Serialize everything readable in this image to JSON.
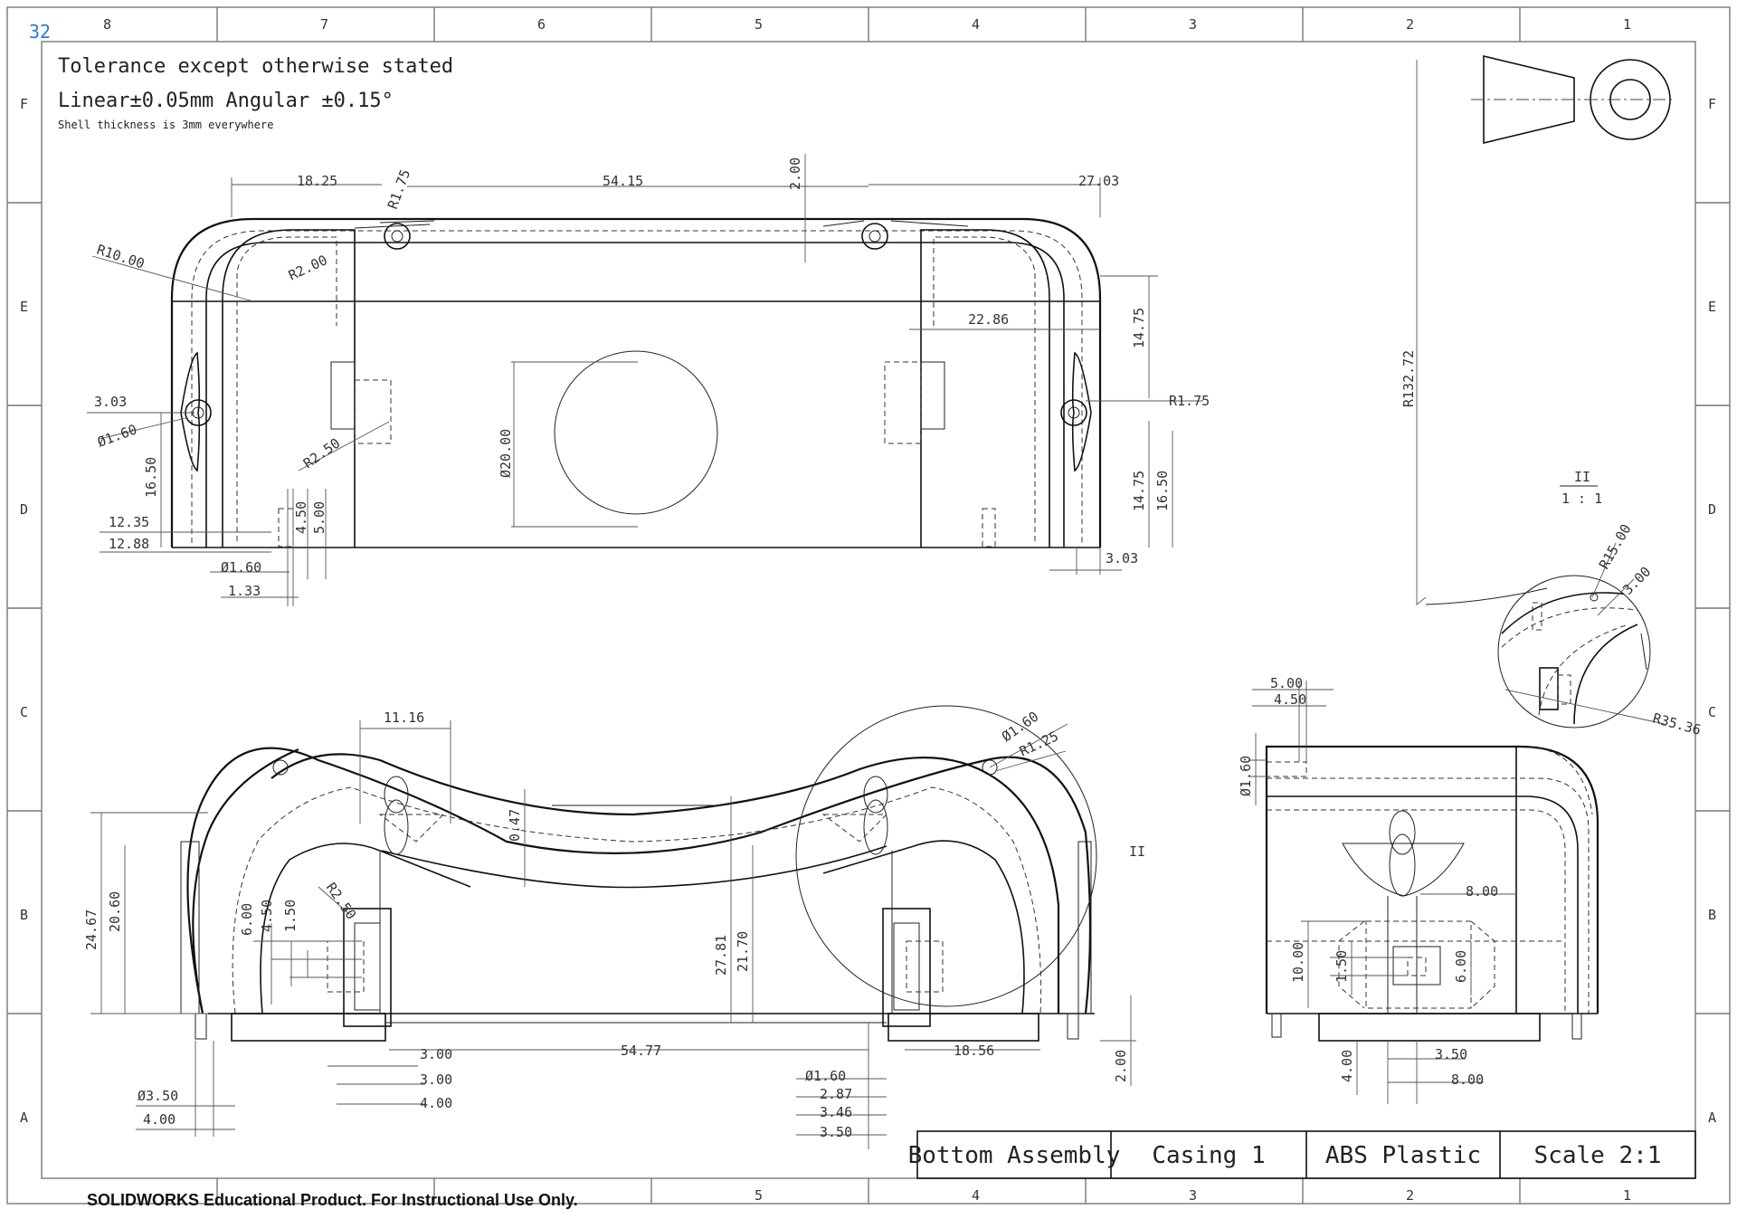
{
  "sheet_number": "32",
  "zones": {
    "columns": [
      "8",
      "7",
      "6",
      "5",
      "4",
      "3",
      "2",
      "1"
    ],
    "rows": [
      "F",
      "E",
      "D",
      "C",
      "B",
      "A"
    ]
  },
  "notes": {
    "line1": "Tolerance except otherwise stated",
    "line2": "Linear±0.05mm Angular ±0.15°",
    "line3": "Shell thickness is 3mm everywhere"
  },
  "top_view": {
    "dims": [
      "18.25",
      "R1.75",
      "54.15",
      "2.00",
      "27.03",
      "R10.00",
      "R2.00",
      "22.86",
      "14.75",
      "R1.75",
      "3.03",
      "Ø1.60",
      "R2.50",
      "Ø20.00",
      "16.50",
      "14.75",
      "16.50",
      "12.35",
      "12.88",
      "4.50",
      "5.00",
      "Ø1.60",
      "1.33",
      "3.03"
    ]
  },
  "detail": {
    "label": "II",
    "scale": "1 : 1",
    "dims": [
      "R132.72",
      "R15.00",
      "3.00",
      "R35.36"
    ]
  },
  "front_view": {
    "dims": [
      "11.16",
      "Ø1.60",
      "R1.25",
      "0.47",
      "24.67",
      "20.60",
      "6.00",
      "4.50",
      "1.50",
      "R2.50",
      "27.81",
      "21.70",
      "3.00",
      "54.77",
      "3.00",
      "4.00",
      "18.56",
      "Ø1.60",
      "2.87",
      "3.46",
      "3.50",
      "2.00",
      "Ø3.50",
      "4.00"
    ],
    "detail_callout": "II"
  },
  "side_view": {
    "dims": [
      "5.00",
      "4.50",
      "Ø1.60",
      "8.00",
      "10.00",
      "1.50",
      "6.00",
      "4.00",
      "3.50",
      "8.00"
    ]
  },
  "title_block": {
    "title": "Bottom Assembly",
    "part": "Casing 1",
    "material": "ABS Plastic",
    "scale": "Scale 2:1"
  },
  "watermark": "SOLIDWORKS Educational Product. For Instructional Use Only."
}
